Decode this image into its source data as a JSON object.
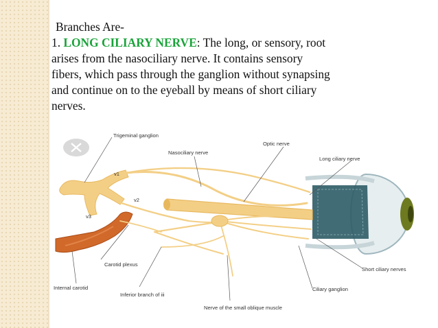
{
  "slide": {
    "heading": "Branches Are-",
    "item_number": "1.",
    "highlight": "LONG  CILIARY NERVE",
    "colon": ":",
    "body_lines": [
      " The long, or sensory, root",
      "arises from the nasociliary nerve. It contains sensory",
      "fibers, which pass through the ganglion without synapsing",
      "and continue on to the eyeball by means of short ciliary",
      "nerves."
    ]
  },
  "diagram": {
    "labels": {
      "trigeminal_ganglion": "Trigeminal ganglion",
      "optic_nerve": "Optic nerve",
      "nasociliary_nerve": "Nasociliary nerve",
      "long_ciliary_nerve": "Long ciliary nerve",
      "v1": "v1",
      "v2": "v2",
      "v3": "v3",
      "carotid_plexus": "Carotid plexus",
      "short_ciliary_nerves": "Short ciliary nerves",
      "internal_carotid": "Internal carotid",
      "ciliary_ganglion": "Ciliary ganglion",
      "inferior_branch": "Inferior branch of iii",
      "nerve_small_oblique": "Nerve of the small oblique muscle"
    },
    "colors": {
      "nerve": "#f3cf86",
      "nerve_dark": "#e8b85e",
      "artery": "#d0692a",
      "eye_rim": "#9fb6bd",
      "retina": "#2e5c66",
      "iris": "#6d7a1f",
      "close_badge": "#d9d9d9"
    },
    "icons": {
      "close": "close-x-icon"
    }
  }
}
